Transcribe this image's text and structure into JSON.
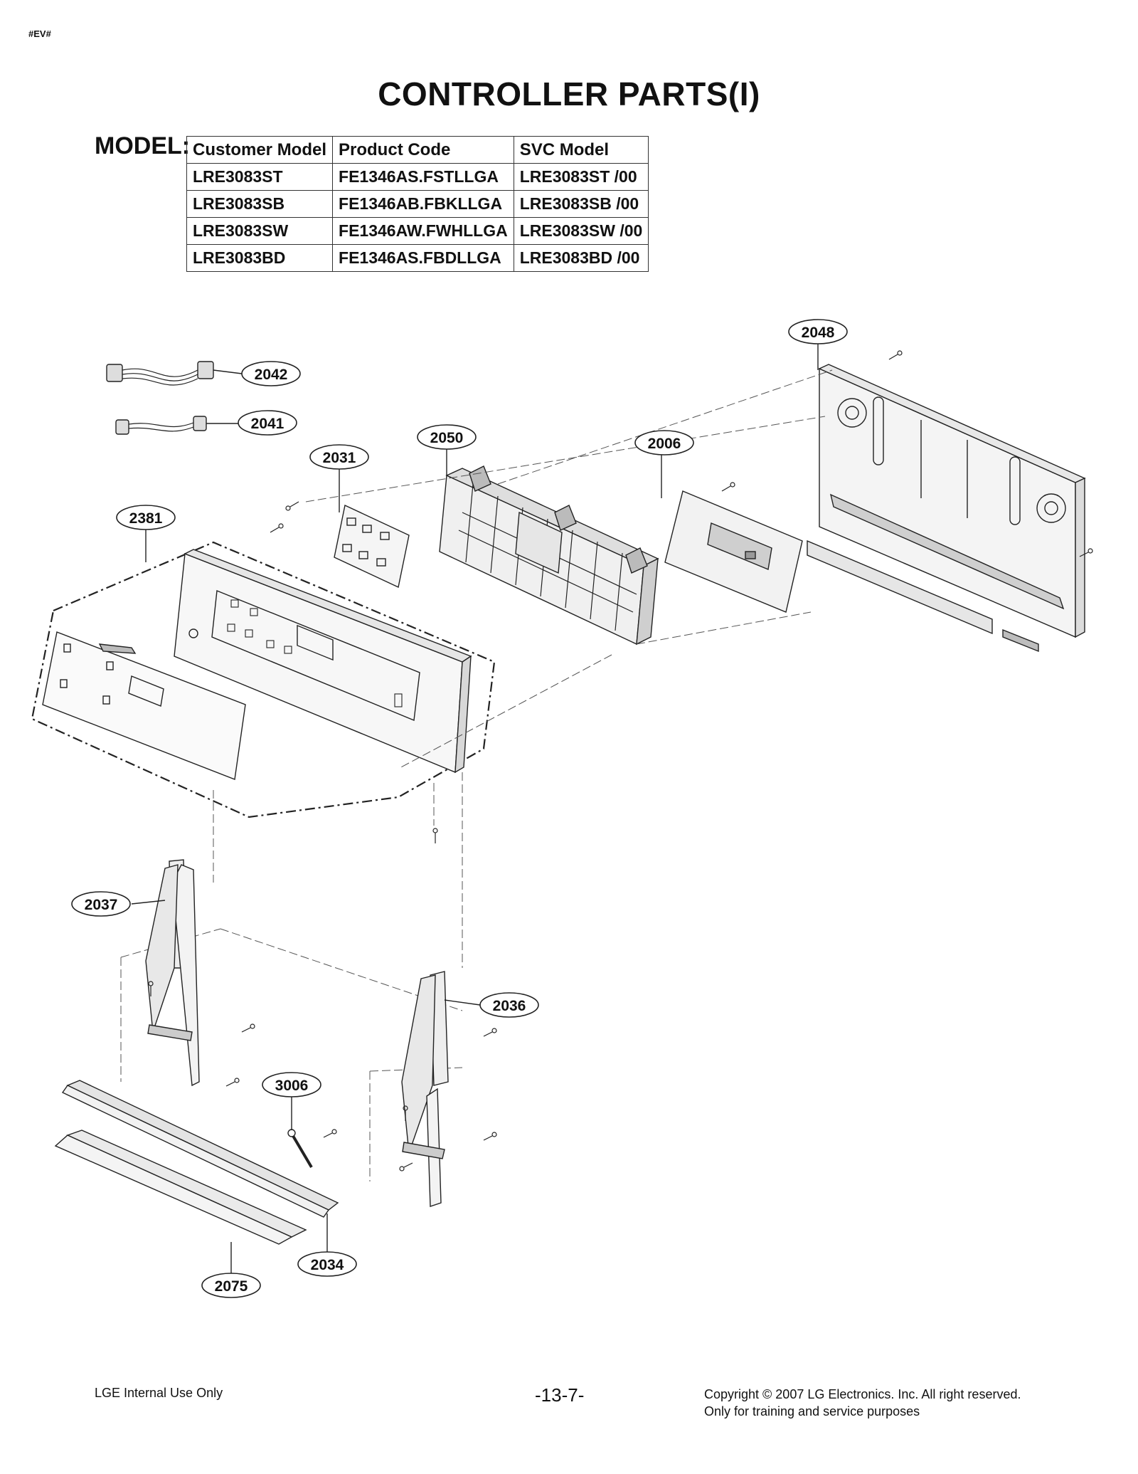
{
  "header": {
    "corner_tag": "#EV#",
    "title": "CONTROLLER PARTS(I)"
  },
  "model_table": {
    "label": "MODEL:",
    "headers": [
      "Customer Model",
      "Product Code",
      "SVC Model"
    ],
    "rows": [
      [
        "LRE3083ST",
        "FE1346AS.FSTLLGA",
        "LRE3083ST /00"
      ],
      [
        "LRE3083SB",
        "FE1346AB.FBKLLGA",
        "LRE3083SB /00"
      ],
      [
        "LRE3083SW",
        "FE1346AW.FWHLLGA",
        "LRE3083SW /00"
      ],
      [
        "LRE3083BD",
        "FE1346AS.FBDLLGA",
        "LRE3083BD /00"
      ]
    ]
  },
  "callouts": {
    "c2048": "2048",
    "c2042": "2042",
    "c2041": "2041",
    "c2050": "2050",
    "c2031": "2031",
    "c2006": "2006",
    "c2381": "2381",
    "c2037": "2037",
    "c2036": "2036",
    "c3006": "3006",
    "c2034": "2034",
    "c2075": "2075"
  },
  "footer": {
    "left": "LGE Internal Use Only",
    "page": "-13-7-",
    "copyright": "Copyright © 2007 LG Electronics. Inc. All right reserved.",
    "note": "Only for training and service purposes"
  }
}
